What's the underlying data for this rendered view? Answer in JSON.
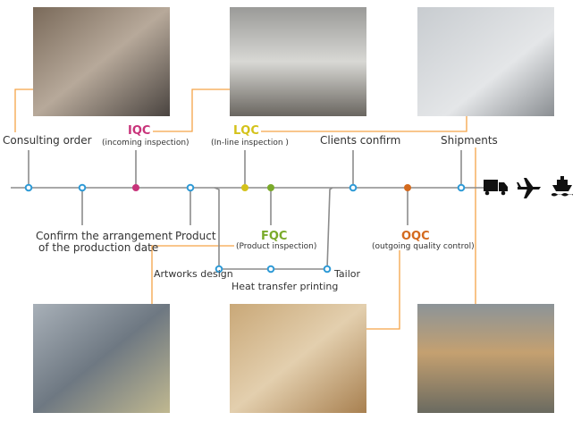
{
  "steps": {
    "consulting": "Consulting order",
    "confirm_line1": "Confirm the arrangement",
    "confirm_line2": "of the production date",
    "product": "Product",
    "clients": "Clients confirm",
    "shipments": "Shipments",
    "artworks": "Artworks design",
    "heat": "Heat transfer printing",
    "tailor": "Tailor"
  },
  "qc": {
    "iqc": {
      "title": "IQC",
      "desc": "(incoming inspection)",
      "color": "#c8337a"
    },
    "lqc": {
      "title": "LQC",
      "desc": "(In-line inspection )",
      "color": "#d4c21a"
    },
    "fqc": {
      "title": "FQC",
      "desc": "(Product inspection)",
      "color": "#7aaa2a"
    },
    "oqc": {
      "title": "OQC",
      "desc": "(outgoing quality control)",
      "color": "#d46a1e"
    }
  },
  "transport_icons": [
    "truck-icon",
    "airplane-icon",
    "ship-icon"
  ],
  "photos": [
    "office-photo",
    "warehouse-materials-photo",
    "cutting-room-photo",
    "sewing-workshop-photo",
    "inspection-photo",
    "packed-cartons-photo"
  ]
}
